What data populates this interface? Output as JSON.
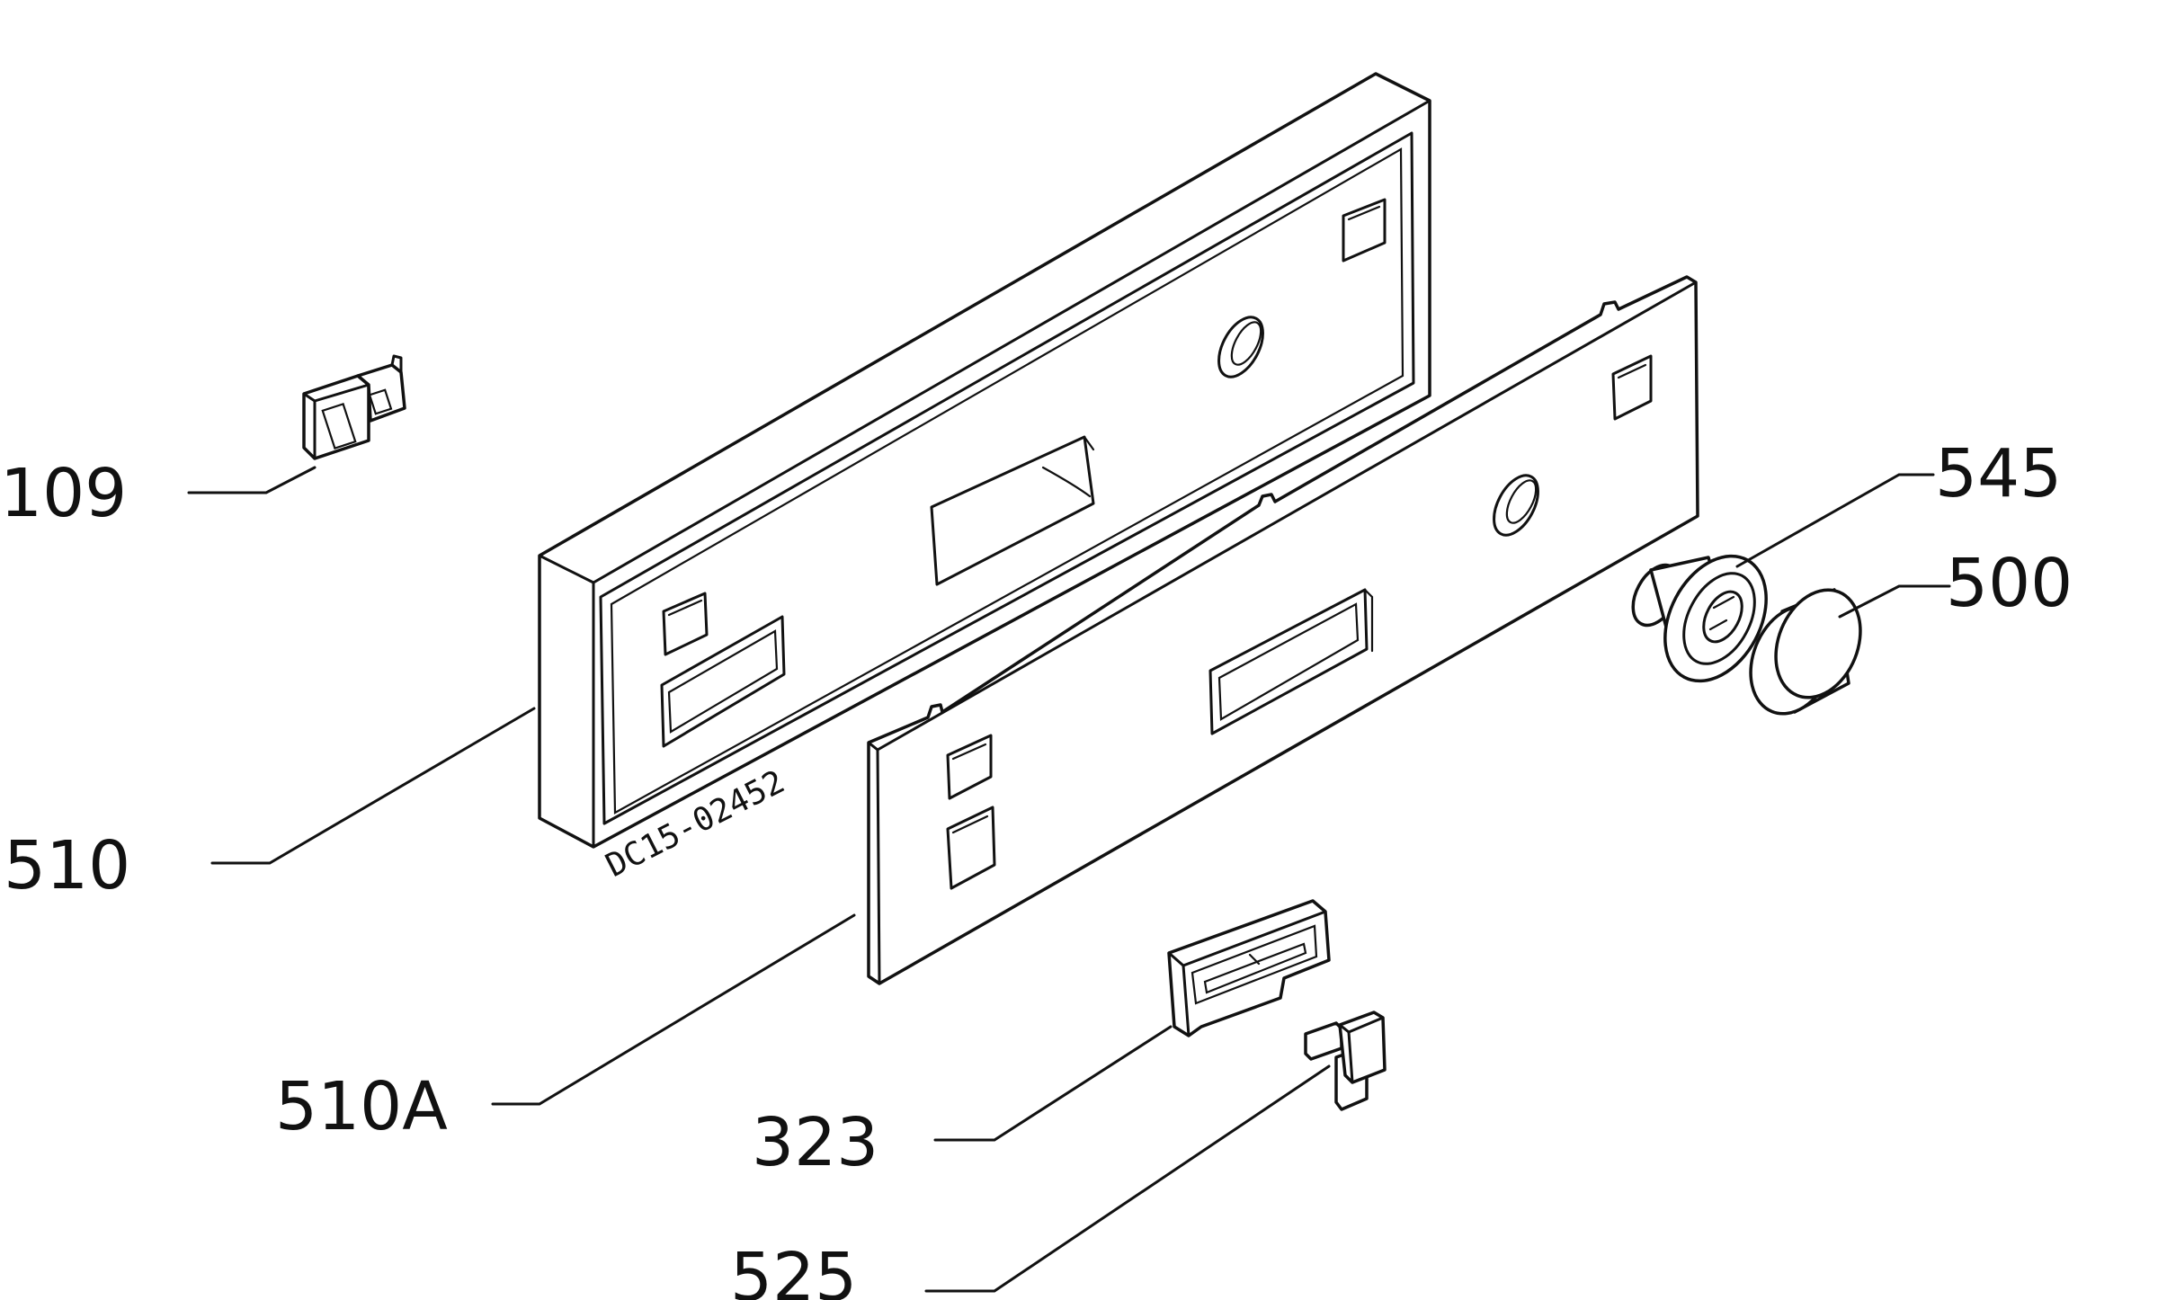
{
  "diagram": {
    "code": "DC15-02452",
    "parts": [
      {
        "id": "bracket",
        "label": "109"
      },
      {
        "id": "panel",
        "label": "510"
      },
      {
        "id": "panel-front",
        "label": "510A"
      },
      {
        "id": "knob-shaft",
        "label": "545"
      },
      {
        "id": "knob-cap",
        "label": "500"
      },
      {
        "id": "button-frame",
        "label": "323"
      },
      {
        "id": "push-button",
        "label": "525"
      }
    ]
  }
}
